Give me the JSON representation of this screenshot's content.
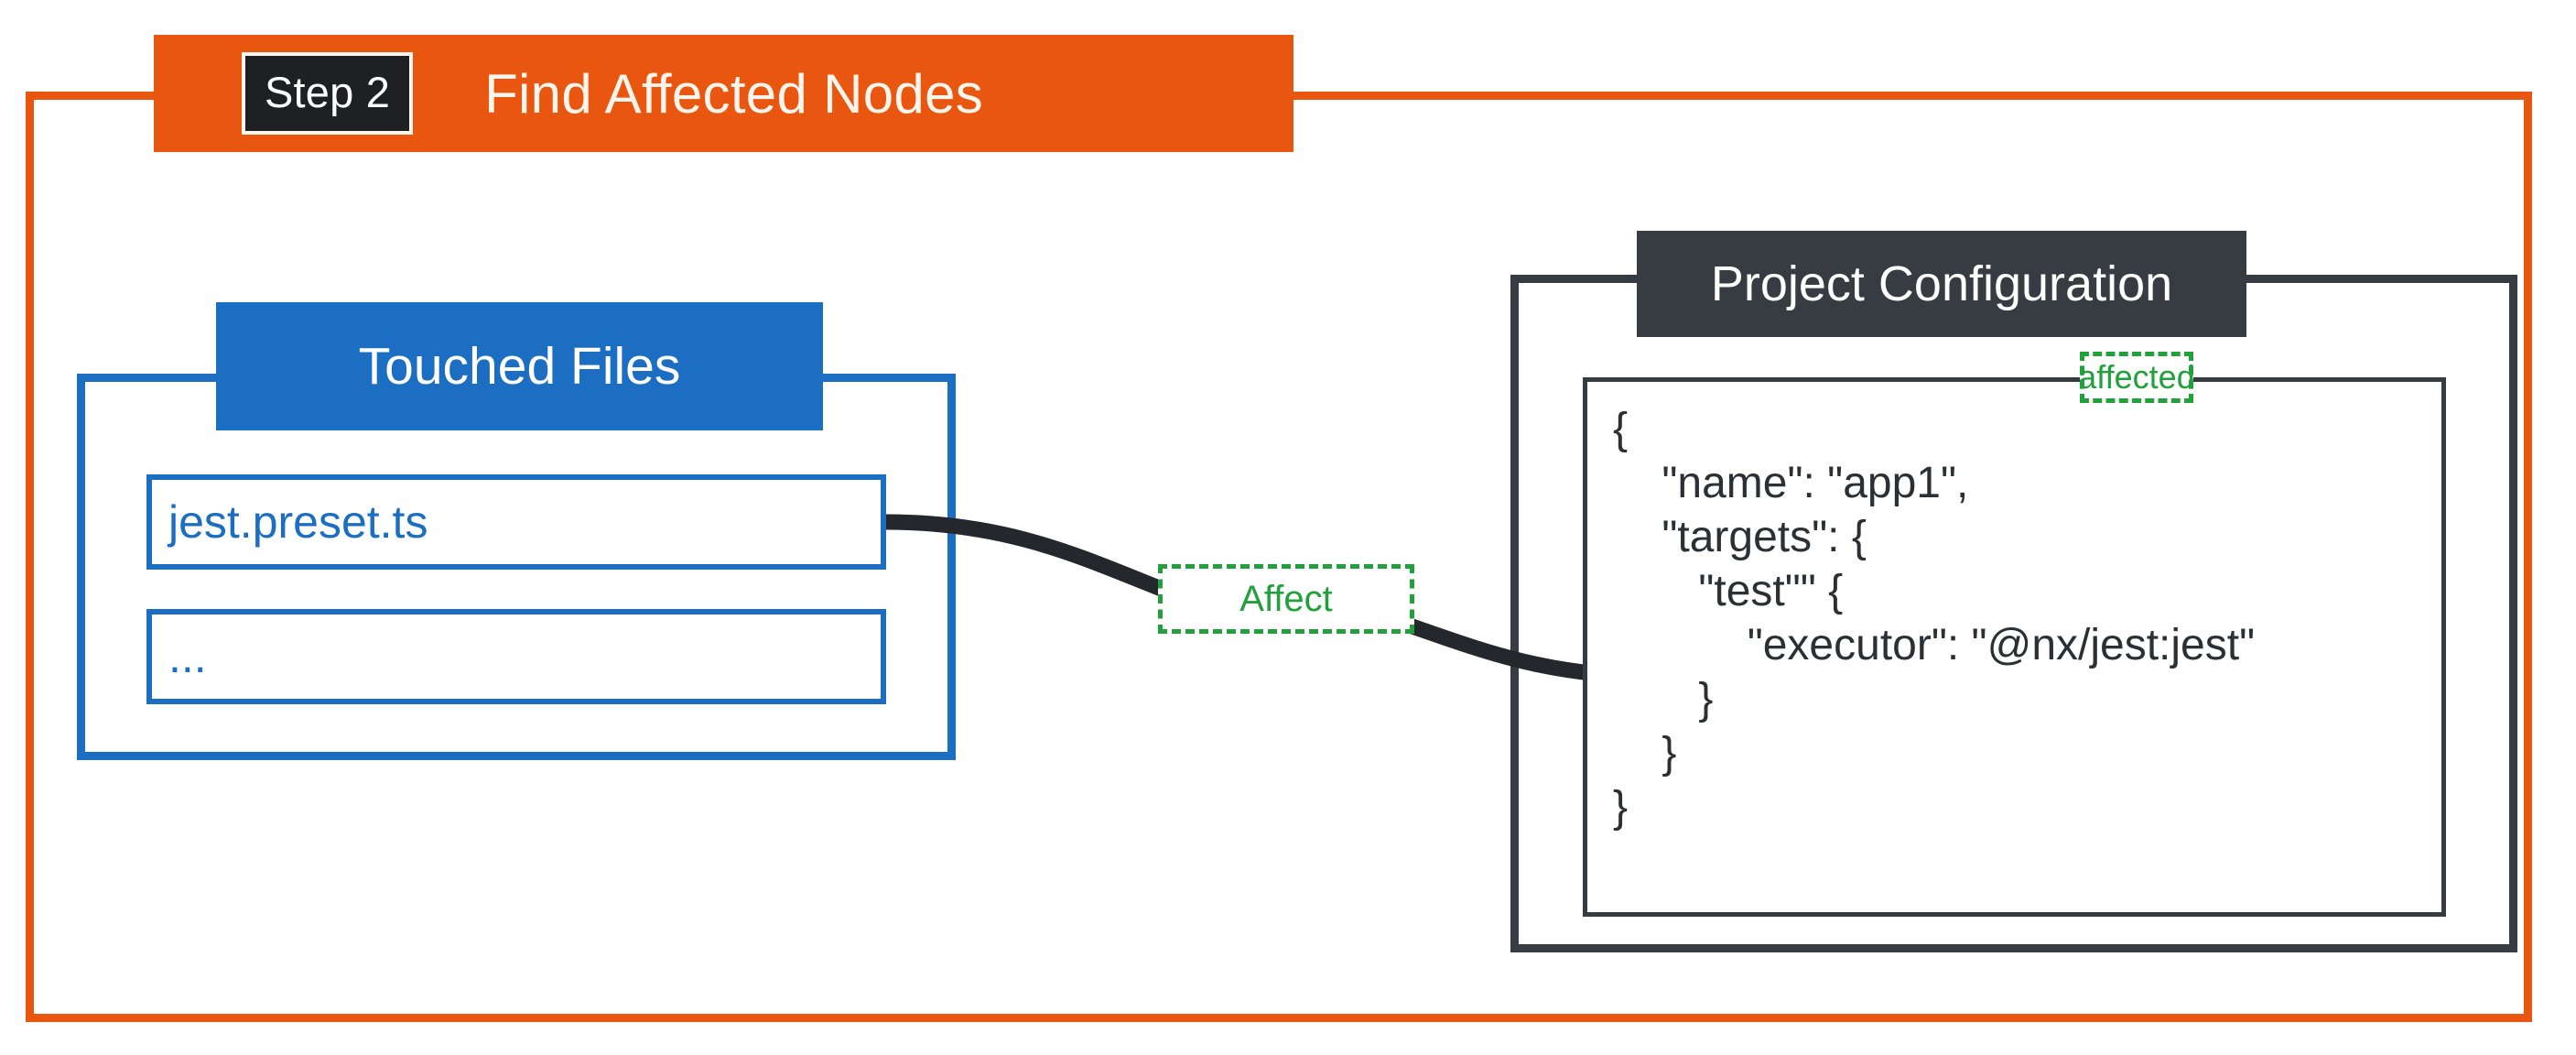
{
  "colors": {
    "orange": "#E8560F",
    "blue": "#1B6EC2",
    "dark": "#363C42",
    "green": "#22A03C",
    "chip_bg": "#1E2023",
    "white": "#FFFFFF"
  },
  "header": {
    "step_chip": "Step 2",
    "title": "Find Affected Nodes"
  },
  "touched_files": {
    "title": "Touched Files",
    "items": [
      "jest.preset.ts",
      "..."
    ]
  },
  "project_configuration": {
    "title": "Project Configuration",
    "badge": "affected",
    "code_lines": [
      "{",
      "    \"name\": \"app1\",",
      "    \"targets\": {",
      "       \"test\"\" {",
      "           \"executor\": \"@nx/jest:jest\"",
      "       }",
      "    }",
      "}"
    ]
  },
  "connector": {
    "label": "Affect"
  }
}
